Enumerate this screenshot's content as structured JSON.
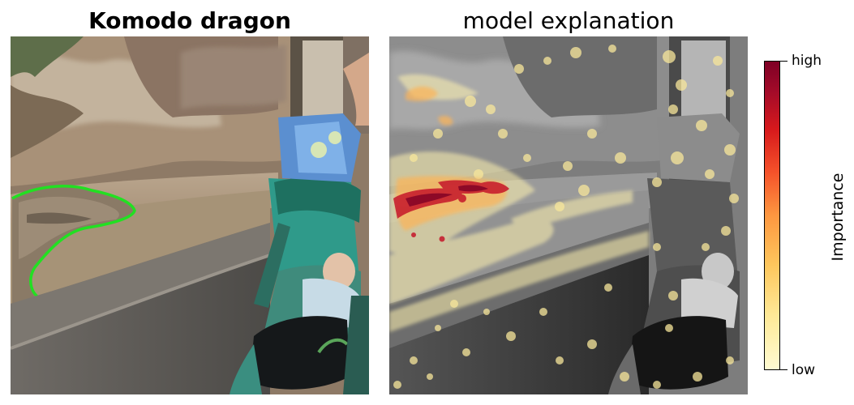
{
  "left_panel": {
    "title": "Komodo dragon",
    "outline_color": "#22e022"
  },
  "right_panel": {
    "title": "model explanation"
  },
  "colorbar": {
    "label": "Importance",
    "high_label": "high",
    "low_label": "low",
    "colormap": "YlOrRd"
  }
}
